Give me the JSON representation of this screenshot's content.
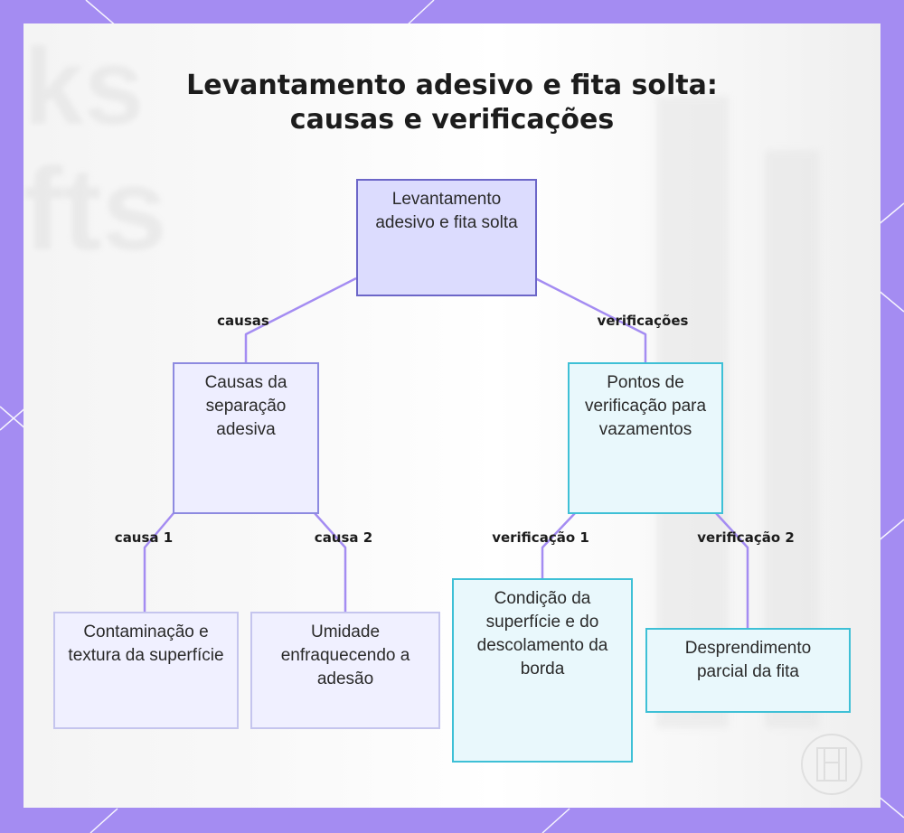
{
  "title": "Levantamento adesivo e fita solta:\ncausas e verificações",
  "root": {
    "label": "Levantamento adesivo e fita solta"
  },
  "edges": {
    "causes": "causas",
    "checks": "verificações",
    "cause_1": "causa 1",
    "cause_2": "causa 2",
    "check_1": "verificação 1",
    "check_2": "verificação 2"
  },
  "causes_group": {
    "label": "Causas da separação adesiva"
  },
  "checks_group": {
    "label": "Pontos de verificação para vazamentos"
  },
  "causes": [
    {
      "label": "Contaminação e textura da superfície"
    },
    {
      "label": "Umidade enfraquecendo a adesão"
    }
  ],
  "checks": [
    {
      "label": "Condição da superfície e do descolamento da borda"
    },
    {
      "label": "Desprendimento parcial da fita"
    }
  ],
  "colors": {
    "frame": "#a48cf2",
    "connector": "#a48cf2",
    "root_fill": "#dcdcfe",
    "root_border": "#6c66c8",
    "cause_border": "#8d8ae0",
    "check_border": "#3ec0d6",
    "check_fill": "#e9f8fc"
  }
}
